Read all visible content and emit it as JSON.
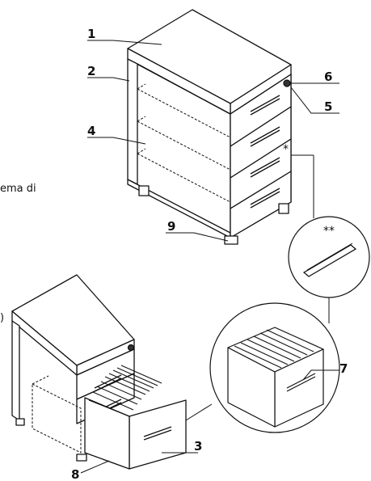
{
  "diagram": {
    "side_text": "ema di",
    "side_fragment": ")",
    "callouts": {
      "c1": "1",
      "c2": "2",
      "c3": "3",
      "c4": "4",
      "c5": "5",
      "c6": "6",
      "c7": "7",
      "c8": "8",
      "c9": "9"
    },
    "markers": {
      "single": "*",
      "double": "**"
    }
  }
}
